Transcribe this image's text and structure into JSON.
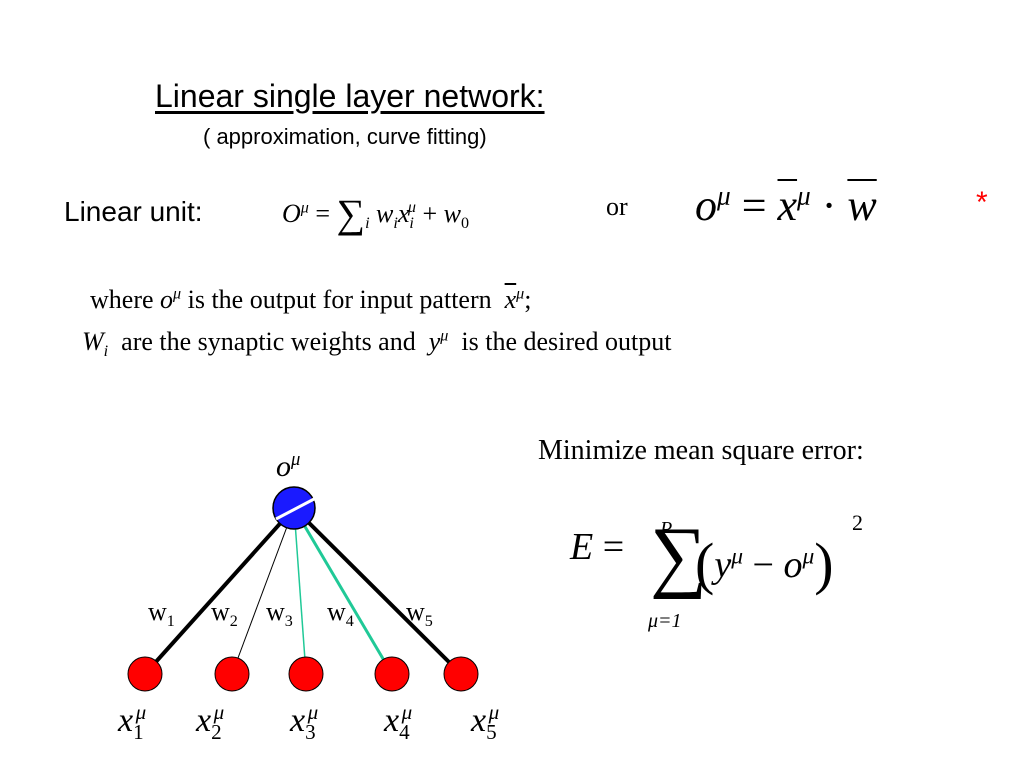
{
  "title": "Linear single layer network:",
  "subtitle": "( approximation, curve fitting)",
  "linear_unit_label": "Linear unit:",
  "or_label": "or",
  "star": "*",
  "where_line1": {
    "w1": "where",
    "w2": "is the output  for input pattern",
    "w3": ";"
  },
  "where_line2": {
    "w1": "are the synaptic weights  and",
    "w2": "is the desired output"
  },
  "mse_label": "Minimize mean square error:",
  "mse": {
    "upper": "P",
    "lower": "μ=1",
    "square": "2"
  },
  "network": {
    "output_label": "o",
    "output_sup": "μ",
    "weights": [
      {
        "label": "w",
        "index": "1"
      },
      {
        "label": "w",
        "index": "2"
      },
      {
        "label": "w",
        "index": "3"
      },
      {
        "label": "w",
        "index": "4"
      },
      {
        "label": "w",
        "index": "5"
      }
    ],
    "inputs": [
      {
        "label": "x",
        "index": "1",
        "sup": "μ"
      },
      {
        "label": "x",
        "index": "2",
        "sup": "μ"
      },
      {
        "label": "x",
        "index": "3",
        "sup": "μ"
      },
      {
        "label": "x",
        "index": "4",
        "sup": "μ"
      },
      {
        "label": "x",
        "index": "5",
        "sup": "μ"
      }
    ],
    "colors": {
      "output_node": "#1a1aff",
      "input_node": "#ff0000",
      "edge_dark": "#000000",
      "edge_teal": "#20c997"
    }
  }
}
